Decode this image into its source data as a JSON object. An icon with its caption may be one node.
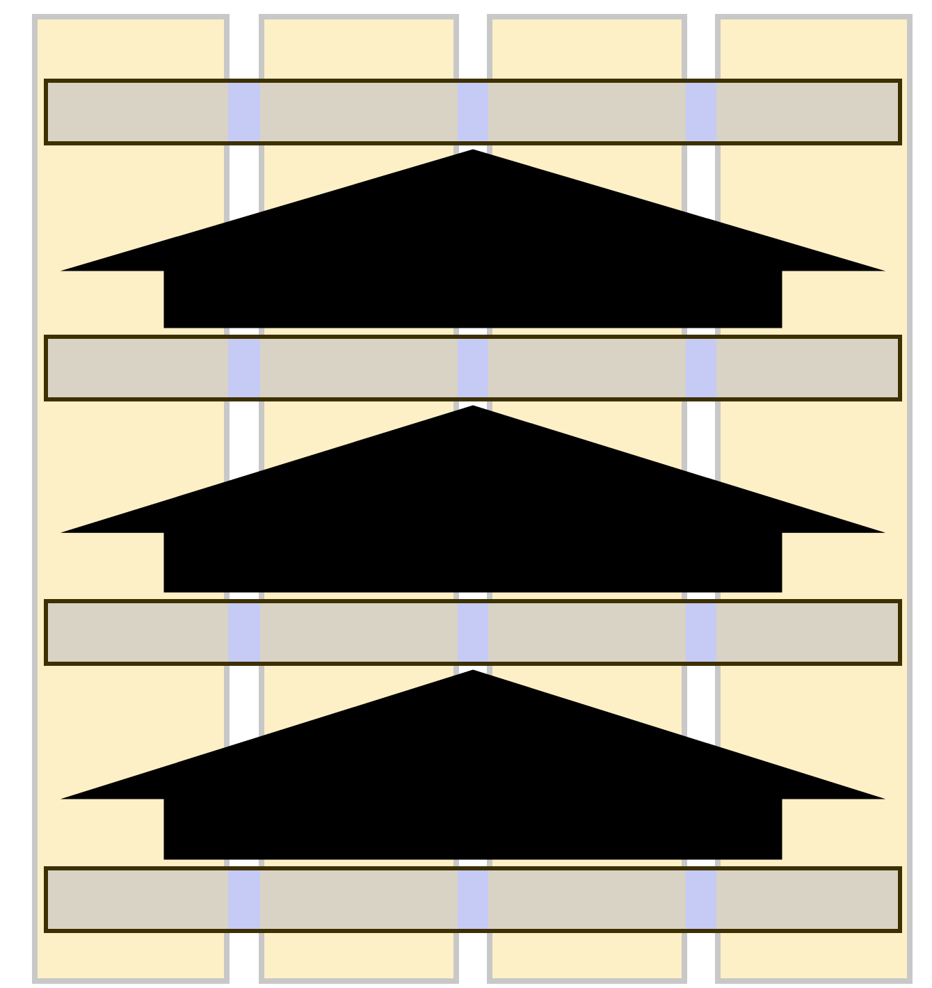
{
  "diagram": {
    "nodes": [
      {
        "text": [],
        "shape": "bar"
      },
      {
        "text": [],
        "shape": "bar"
      },
      {
        "text": [],
        "shape": "bar"
      },
      {
        "text": [],
        "shape": "bar"
      },
      {
        "text": [],
        "shape": "box"
      },
      {
        "text": [],
        "shape": "box"
      },
      {
        "text": [],
        "shape": "box"
      },
      {
        "text": [],
        "shape": "box"
      }
    ],
    "edges": [
      {
        "from": 5,
        "to": 4,
        "arrow": "to"
      },
      {
        "from": 6,
        "to": 5,
        "arrow": "to"
      },
      {
        "from": 7,
        "to": 6,
        "arrow": "to"
      }
    ]
  }
}
